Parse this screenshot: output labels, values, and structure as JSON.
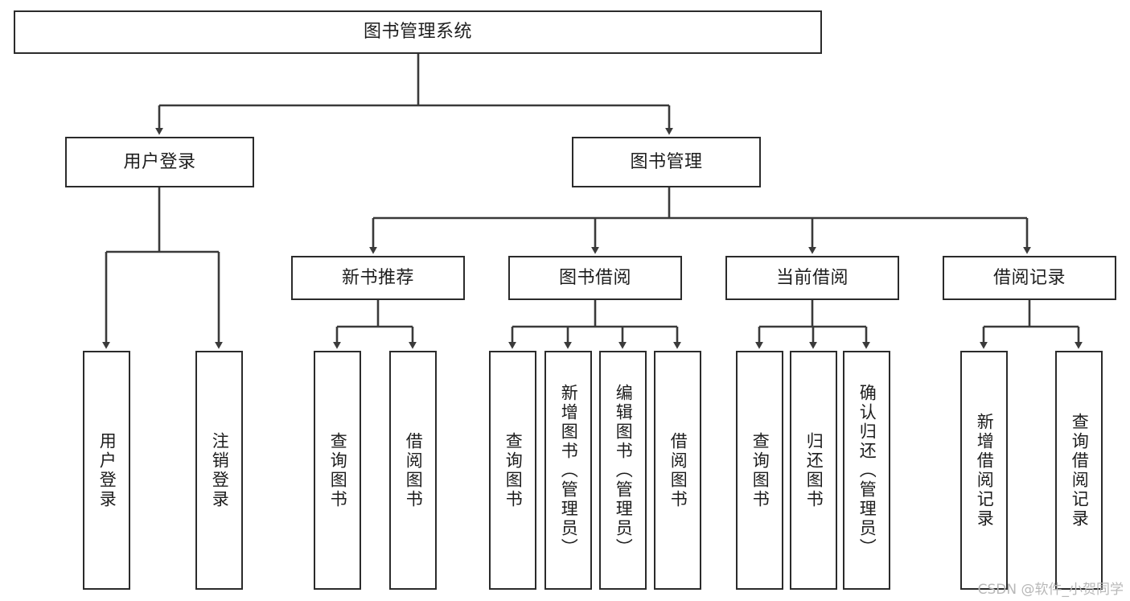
{
  "diagram": {
    "title": "图书管理系统",
    "type": "hierarchy-tree",
    "watermark": "CSDN @软件_小贺同学",
    "colors": {
      "box_border": "#2b2b2b",
      "box_fill": "#ffffff",
      "connector": "#3a3a3a",
      "text": "#1d1d1d",
      "watermark": "#b8b8b8"
    },
    "levels": {
      "root": {
        "label": "图书管理系统"
      },
      "level2": [
        {
          "id": "user-login",
          "label": "用户登录"
        },
        {
          "id": "book-manage",
          "label": "图书管理"
        }
      ],
      "level3": [
        {
          "id": "new-book-recommend",
          "label": "新书推荐"
        },
        {
          "id": "book-borrow",
          "label": "图书借阅"
        },
        {
          "id": "current-borrow",
          "label": "当前借阅"
        },
        {
          "id": "borrow-record",
          "label": "借阅记录"
        }
      ],
      "leaves": [
        {
          "id": "leaf-user-login",
          "label": "用户登录",
          "parent": "user-login"
        },
        {
          "id": "leaf-logout",
          "label": "注销登录",
          "parent": "user-login"
        },
        {
          "id": "leaf-query-book-1",
          "label": "查询图书",
          "parent": "new-book-recommend"
        },
        {
          "id": "leaf-borrow-book-1",
          "label": "借阅图书",
          "parent": "new-book-recommend"
        },
        {
          "id": "leaf-query-book-2",
          "label": "查询图书",
          "parent": "book-borrow"
        },
        {
          "id": "leaf-add-book",
          "label": "新增图书（管理员）",
          "parent": "book-borrow"
        },
        {
          "id": "leaf-edit-book",
          "label": "编辑图书（管理员）",
          "parent": "book-borrow"
        },
        {
          "id": "leaf-borrow-book-2",
          "label": "借阅图书",
          "parent": "book-borrow"
        },
        {
          "id": "leaf-query-book-3",
          "label": "查询图书",
          "parent": "current-borrow"
        },
        {
          "id": "leaf-return-book",
          "label": "归还图书",
          "parent": "current-borrow"
        },
        {
          "id": "leaf-confirm-return",
          "label": "确认归还（管理员）",
          "parent": "current-borrow"
        },
        {
          "id": "leaf-add-record",
          "label": "新增借阅记录",
          "parent": "borrow-record"
        },
        {
          "id": "leaf-query-record",
          "label": "查询借阅记录",
          "parent": "borrow-record"
        }
      ]
    }
  }
}
